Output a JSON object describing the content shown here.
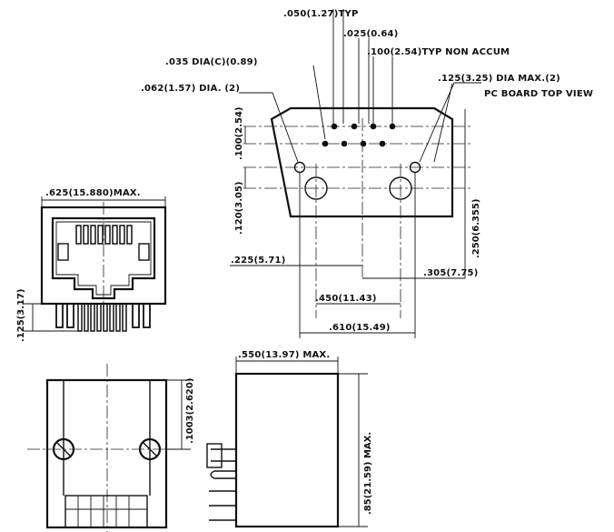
{
  "labels": {
    "l050": ".050(1.27)TYP",
    "l025": ".025(0.64)",
    "l100typ": ".100(2.54)TYP NON ACCUM",
    "l035": ".035 DIA(C)(0.89)",
    "l125dia": ".125(3.25) DIA MAX.(2)",
    "l062": ".062(1.57) DIA. (2)",
    "lpcb": "PC BOARD TOP VIEW",
    "l100v": ".100(2.54)",
    "l120v": ".120(3.05)",
    "l250v": ".250(6.355)",
    "l225": ".225(5.71)",
    "l305": ".305(7.75)",
    "l450": ".450(11.43)",
    "l610": ".610(15.49)",
    "l625": ".625(15.880)MAX.",
    "l125v": ".125(3.17)",
    "l550": ".550(13.97) MAX.",
    "l1003v": ".1003(2.620)",
    "l85v": ".85(21.59) MAX."
  },
  "colors": {
    "ink": "#111111",
    "paper": "#ffffff"
  }
}
